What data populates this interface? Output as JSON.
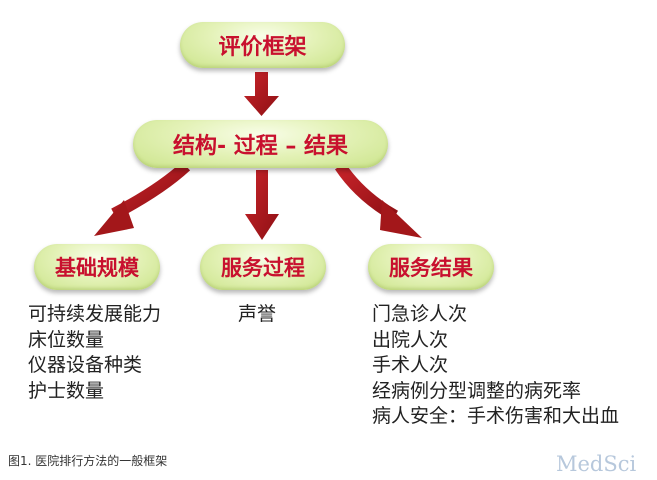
{
  "boxes": {
    "evaluation_framework": "评价框架",
    "structure_process_outcome": "结构- 过程 – 结果",
    "basic_scale": "基础规模",
    "service_process": "服务过程",
    "service_result": "服务结果"
  },
  "lists": {
    "basic_scale": [
      "可持续发展能力",
      "床位数量",
      "仪器设备种类",
      "护士数量"
    ],
    "service_process": [
      "声誉"
    ],
    "service_result": [
      "门急诊人次",
      "出院人次",
      "手术人次",
      "经病例分型调整的病死率",
      "病人安全：手术伤害和大出血"
    ]
  },
  "caption": "图1. 医院排行方法的一般框架",
  "watermark": "MedSci",
  "colors": {
    "box_text": "#c8102e",
    "arrow": "#a3171a",
    "box_fill": "#e4f2b8"
  }
}
